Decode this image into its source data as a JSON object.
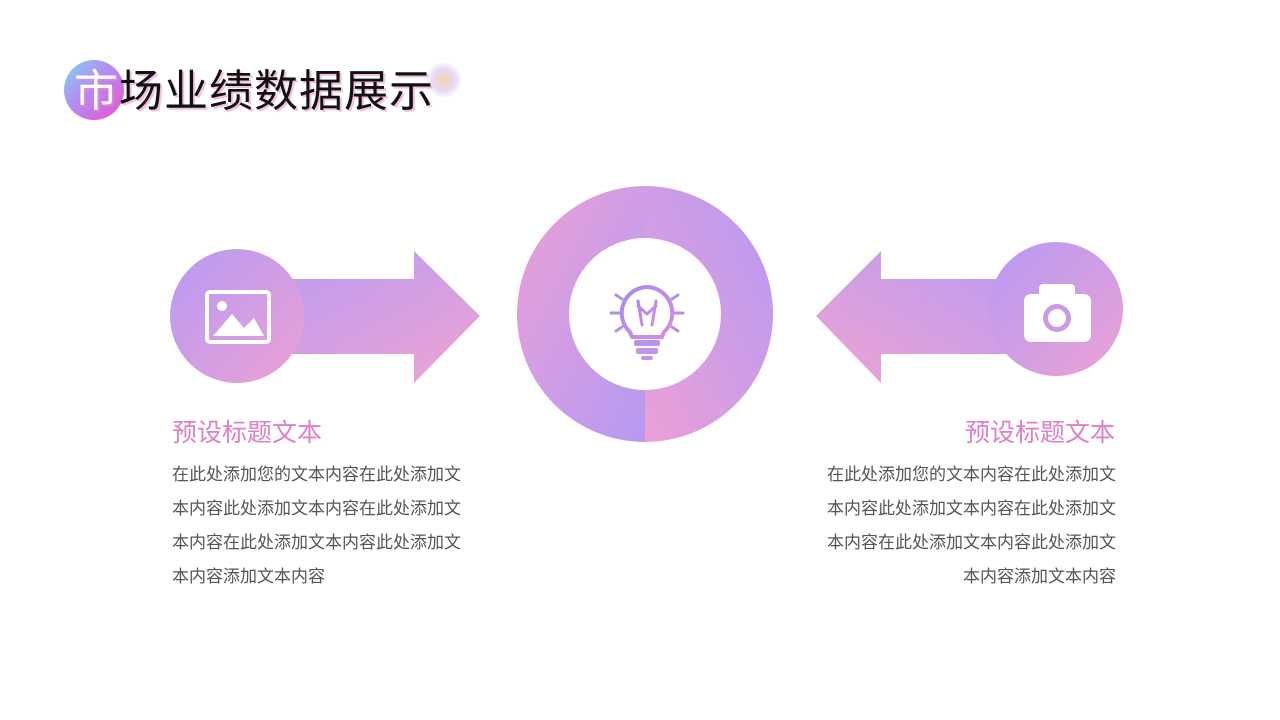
{
  "slide": {
    "title_first_char": "市",
    "title_rest": "场业绩数据展示"
  },
  "colors": {
    "gradient_purple": "#b69af4",
    "gradient_pink": "#eca1d4",
    "heading_pink": "#e07ec8",
    "body_gray": "#555555"
  },
  "left_item": {
    "icon": "image-icon",
    "heading": "预设标题文本",
    "body": "在此处添加您的文本内容在此处添加文本内容此处添加文本内容在此处添加文本内容在此处添加文本内容此处添加文本内容添加文本内容"
  },
  "center": {
    "icon": "lightbulb-icon"
  },
  "right_item": {
    "icon": "camera-icon",
    "heading": "预设标题文本",
    "body": "在此处添加您的文本内容在此处添加文本内容此处添加文本内容在此处添加文本内容在此处添加文本内容此处添加文本内容添加文本内容"
  }
}
